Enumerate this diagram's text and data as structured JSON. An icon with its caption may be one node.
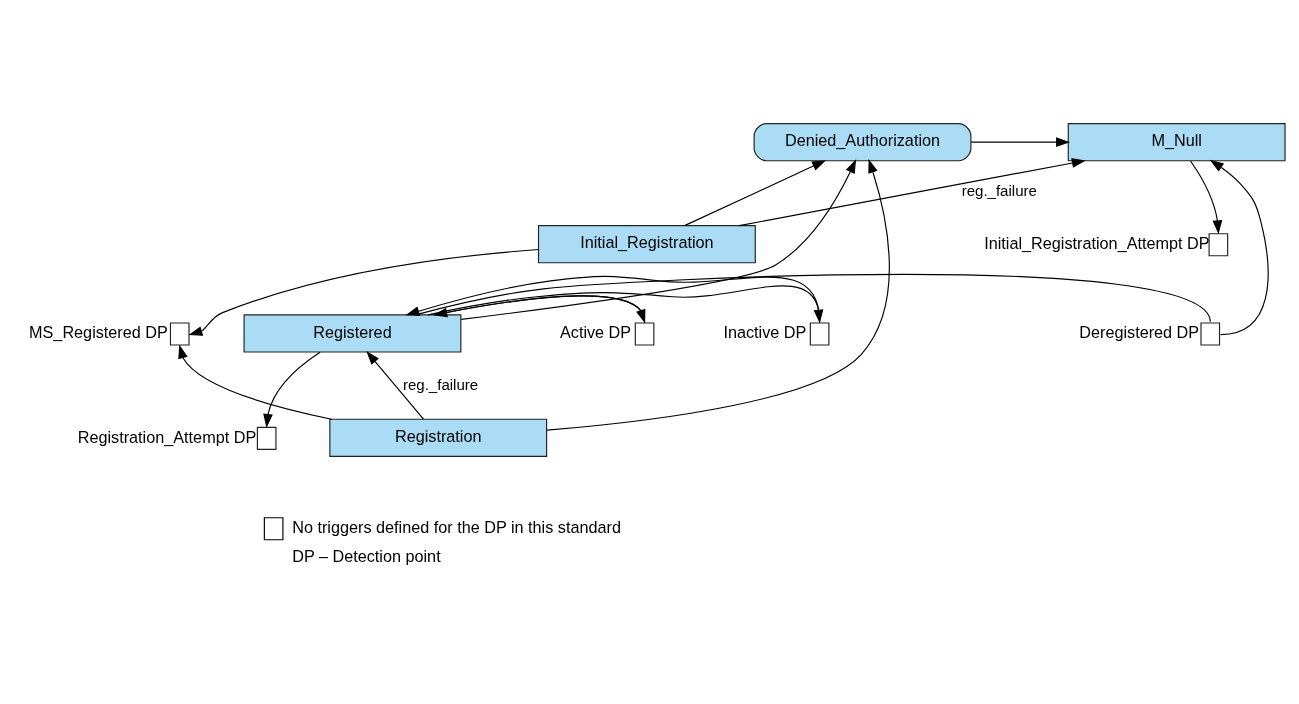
{
  "diagram": {
    "nodes": [
      {
        "text": [
          "M_Null"
        ]
      },
      {
        "text": [
          "Denied_Authorization"
        ]
      },
      {
        "text": [],
        "shape": "box",
        "beside": [
          "Initial_Registration_Attempt DP"
        ]
      },
      {
        "text": [
          "Initial_Registration"
        ]
      },
      {
        "text": [],
        "shape": "box",
        "beside": [
          "MS_Registered DP"
        ]
      },
      {
        "text": [],
        "shape": "box",
        "beside": [
          "Deregistered DP"
        ]
      },
      {
        "text": [
          "Registered"
        ]
      },
      {
        "text": [],
        "shape": "box",
        "beside": [
          "Active DP"
        ]
      },
      {
        "text": [],
        "shape": "box",
        "beside": [
          "Inactive DP"
        ]
      },
      {
        "text": [],
        "shape": "box",
        "beside": [
          "Registration_Attempt DP"
        ]
      },
      {
        "text": [
          "Registration"
        ]
      }
    ],
    "edges": [
      {
        "from": 1,
        "to": 0,
        "arrow": "to"
      },
      {
        "from": 0,
        "to": 2,
        "arrow": "to"
      },
      {
        "from": 3,
        "to": 0,
        "arrow": "to",
        "label": "reg._failure"
      },
      {
        "from": 3,
        "to": 1,
        "arrow": "to"
      },
      {
        "from": 3,
        "to": 4,
        "arrow": "to"
      },
      {
        "from": 6,
        "to": 5,
        "arrow": "none"
      },
      {
        "from": 5,
        "to": 0,
        "arrow": "to"
      },
      {
        "from": 6,
        "to": 7,
        "arrow": "to"
      },
      {
        "from": 7,
        "to": 6,
        "arrow": "to"
      },
      {
        "from": 6,
        "to": 8,
        "arrow": "to"
      },
      {
        "from": 8,
        "to": 6,
        "arrow": "to"
      },
      {
        "from": 6,
        "to": 1,
        "arrow": "to"
      },
      {
        "from": 6,
        "to": 9,
        "arrow": "to"
      },
      {
        "from": 10,
        "to": 6,
        "arrow": "to",
        "label": "reg._failure"
      },
      {
        "from": 10,
        "to": 4,
        "arrow": "to"
      },
      {
        "from": 10,
        "to": 1,
        "arrow": "to"
      }
    ],
    "labels": [
      "DP – Detection point"
    ],
    "legend": [
      {
        "text": "No triggers defined for the DP in this standard"
      }
    ]
  }
}
